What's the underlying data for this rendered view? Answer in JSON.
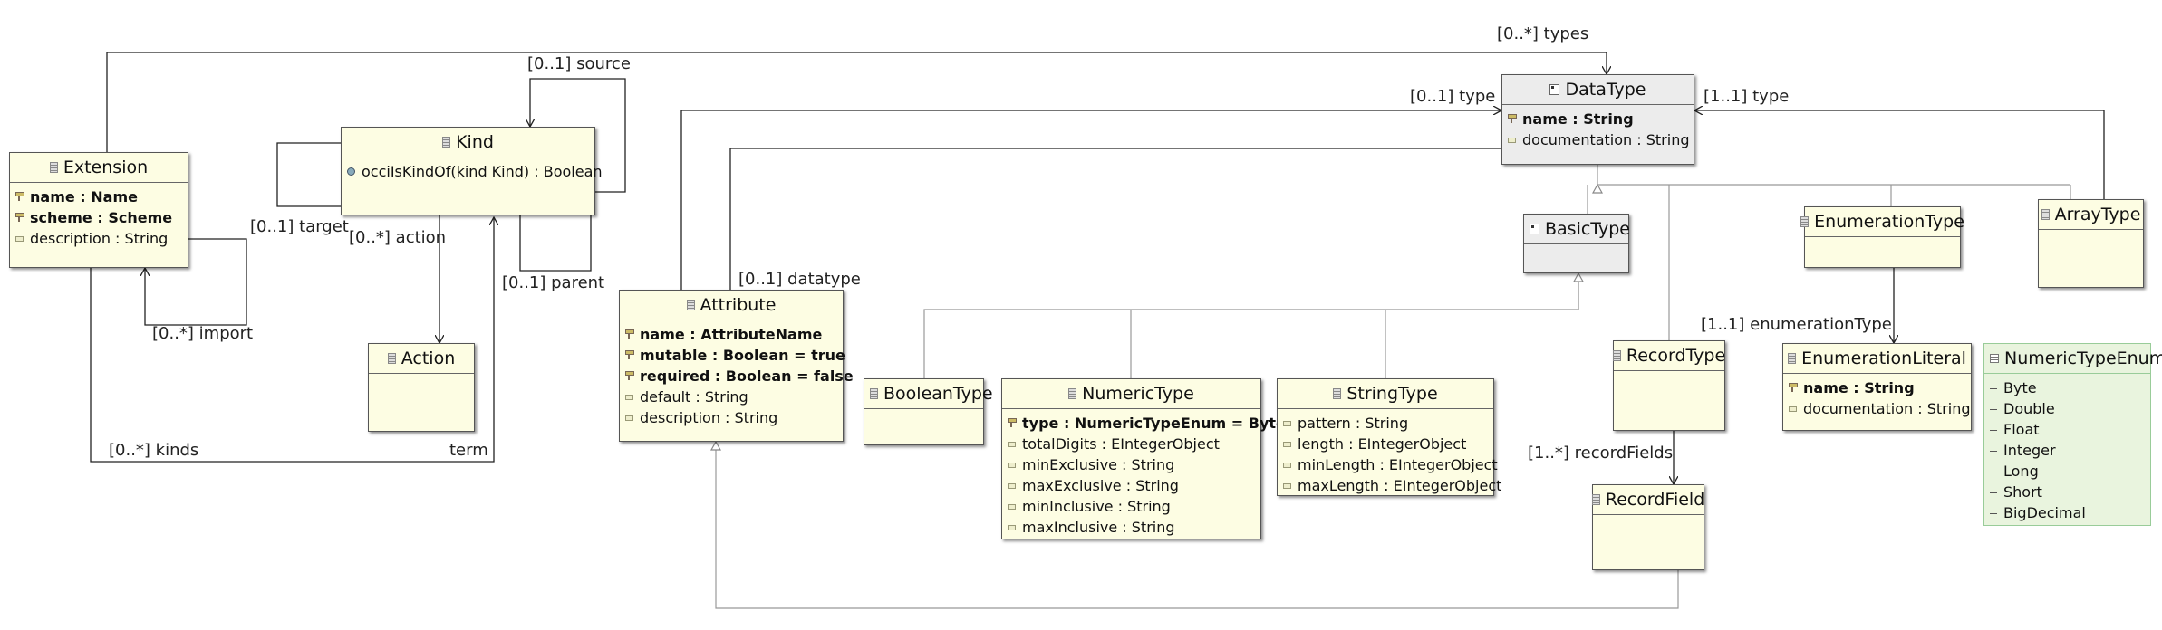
{
  "classes": {
    "extension": {
      "name": "Extension",
      "attrs": [
        "name : Name",
        "scheme : Scheme",
        "description : String"
      ]
    },
    "kind": {
      "name": "Kind",
      "ops": [
        "occiIsKindOf(kind Kind) : Boolean"
      ]
    },
    "action": {
      "name": "Action"
    },
    "attribute": {
      "name": "Attribute",
      "attrs": [
        "name : AttributeName",
        "mutable : Boolean = true",
        "required : Boolean = false",
        "default : String",
        "description : String"
      ]
    },
    "datatype": {
      "name": "DataType",
      "attrs": [
        "name : String",
        "documentation : String"
      ]
    },
    "basictype": {
      "name": "BasicType"
    },
    "enumerationtype": {
      "name": "EnumerationType"
    },
    "arraytype": {
      "name": "ArrayType"
    },
    "booleantype": {
      "name": "BooleanType"
    },
    "numerictype": {
      "name": "NumericType",
      "attrs": [
        "type : NumericTypeEnum = Byte",
        "totalDigits : EIntegerObject",
        "minExclusive : String",
        "maxExclusive : String",
        "minInclusive : String",
        "maxInclusive : String"
      ]
    },
    "stringtype": {
      "name": "StringType",
      "attrs": [
        "pattern : String",
        "length : EIntegerObject",
        "minLength : EIntegerObject",
        "maxLength : EIntegerObject"
      ]
    },
    "recordtype": {
      "name": "RecordType"
    },
    "recordfield": {
      "name": "RecordField"
    },
    "enumerationliteral": {
      "name": "EnumerationLiteral",
      "attrs": [
        "name : String",
        "documentation : String"
      ]
    },
    "numerictypeenum": {
      "name": "NumericTypeEnum",
      "literals": [
        "Byte",
        "Double",
        "Float",
        "Integer",
        "Long",
        "Short",
        "BigDecimal"
      ]
    }
  },
  "labels": {
    "types": "[0..*] types",
    "source": "[0..1] source",
    "target": "[0..1] target",
    "action": "[0..*] action",
    "parent": "[0..1] parent",
    "import": "[0..*] import",
    "kinds": "[0..*] kinds",
    "term": "term",
    "attr_type": "[0..1] type",
    "array_type": "[1..1] type",
    "datatype": "[0..1] datatype",
    "enumeration_type": "[1..1] enumerationType",
    "record_fields": "[1..*] recordFields"
  }
}
